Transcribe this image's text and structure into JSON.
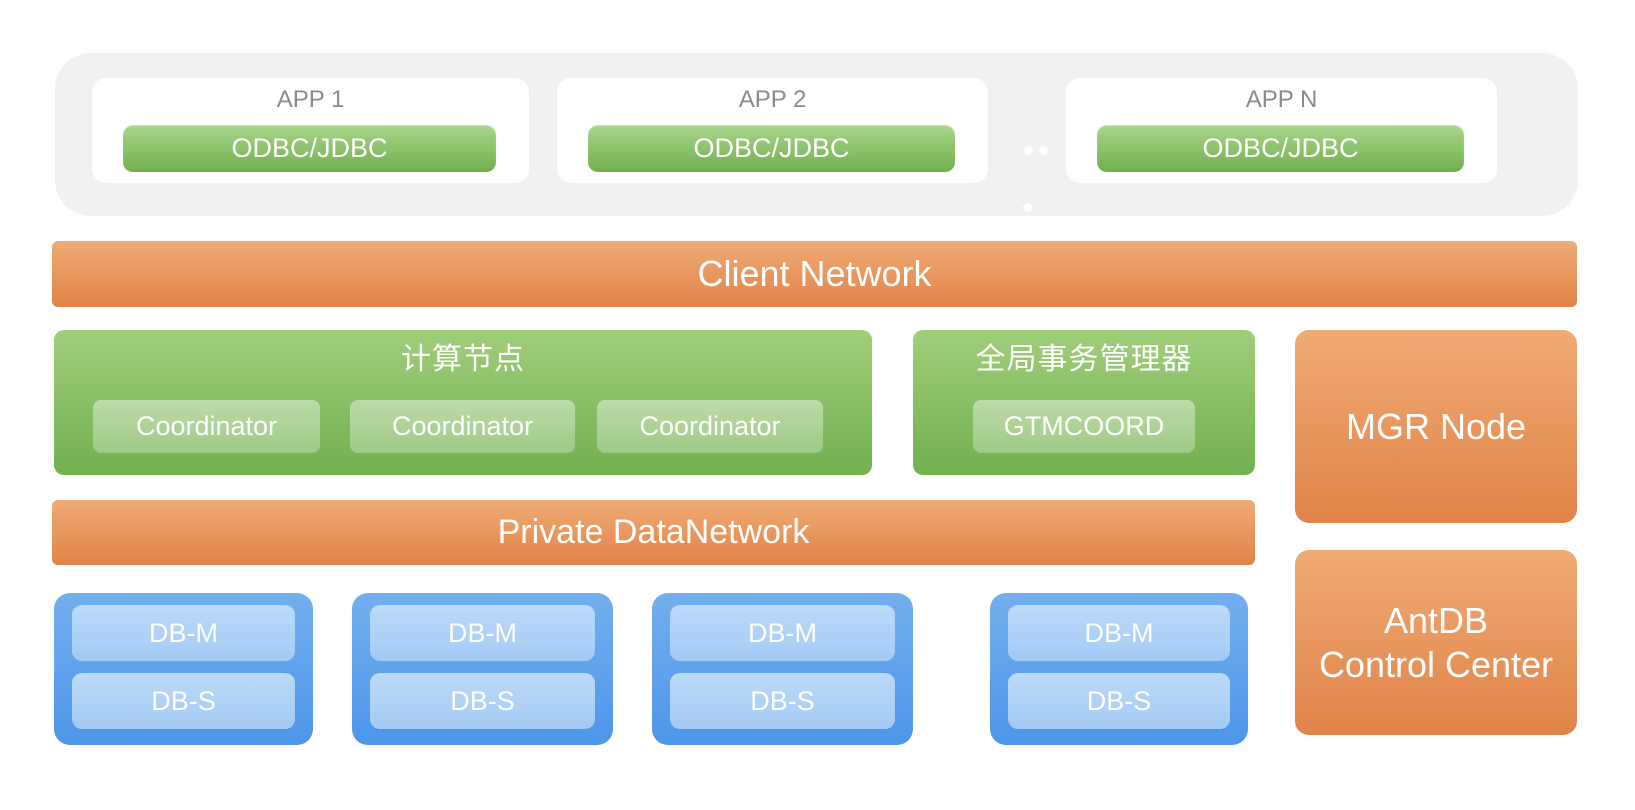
{
  "app_layer": {
    "apps": [
      {
        "title": "APP 1",
        "connector": "ODBC/JDBC"
      },
      {
        "title": "APP 2",
        "connector": "ODBC/JDBC"
      },
      {
        "title": "APP N",
        "connector": "ODBC/JDBC"
      }
    ]
  },
  "client_network": {
    "label": "Client Network"
  },
  "compute": {
    "title": "计算节点",
    "nodes": [
      "Coordinator",
      "Coordinator",
      "Coordinator"
    ]
  },
  "gtm": {
    "title": "全局事务管理器",
    "node": "GTMCOORD"
  },
  "mgr": {
    "label": "MGR Node"
  },
  "private_network": {
    "label": "Private DataNetwork"
  },
  "db_groups": [
    {
      "master": "DB-M",
      "replica": "DB-S"
    },
    {
      "master": "DB-M",
      "replica": "DB-S"
    },
    {
      "master": "DB-M",
      "replica": "DB-S"
    },
    {
      "master": "DB-M",
      "replica": "DB-S"
    }
  ],
  "control_center": {
    "line1": "AntDB",
    "line2": "Control Center"
  },
  "colors": {
    "orange_top": "#F0AB74",
    "orange_bottom": "#E08349",
    "green_top": "#A0CE7B",
    "green_bottom": "#72B050",
    "green_chip_top": "#A9D68B",
    "green_chip_bottom": "#70AF4D",
    "blue_top": "#73AFEF",
    "blue_bottom": "#4D96EA",
    "blue_chip_top": "#BDDAF8",
    "blue_chip_bottom": "#A3CAF5",
    "panel_bg": "#F1F1F2",
    "card_bg": "#FFFFFF",
    "app_title_text": "#8B8B8B",
    "label_text": "#FFFFFF"
  }
}
